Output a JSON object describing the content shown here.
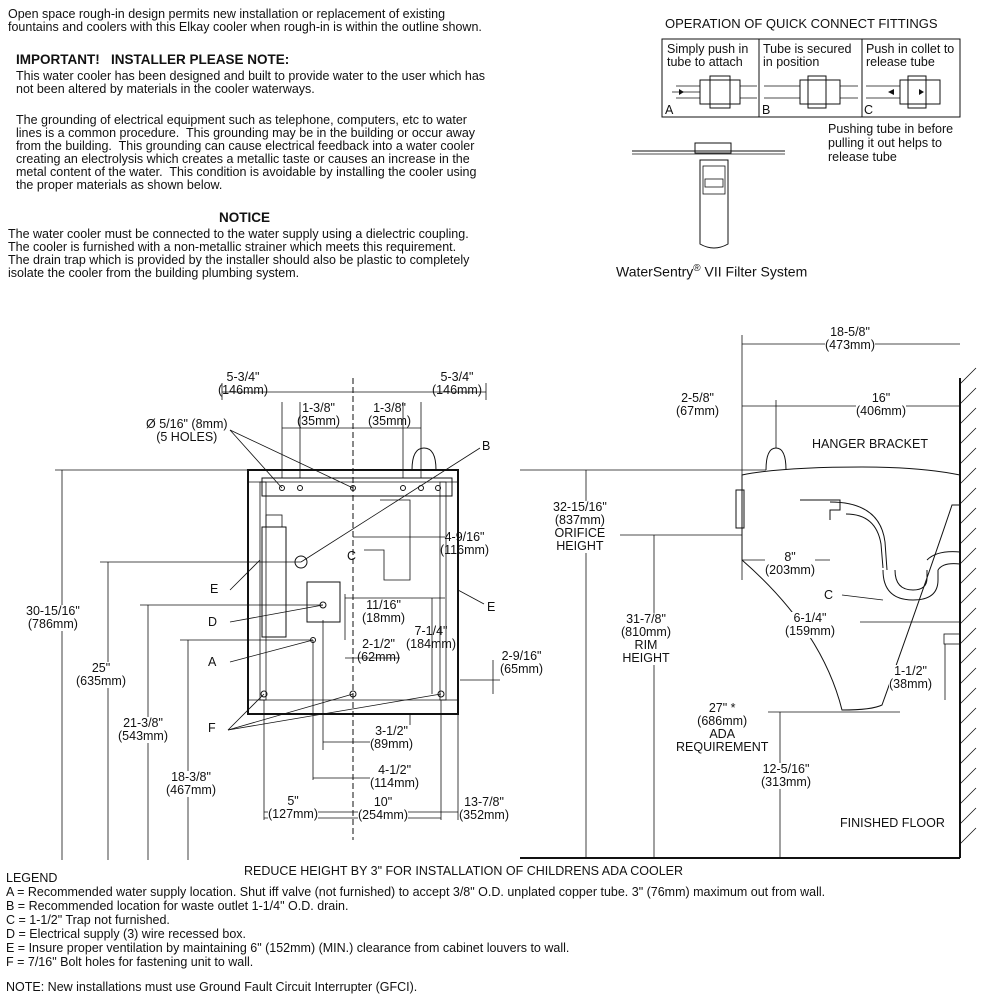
{
  "intro": {
    "l1": "Open space rough-in design permits new installation or replacement of existing",
    "l2": "fountains and coolers with this Elkay cooler when rough-in is within the outline shown."
  },
  "important": {
    "heading": "IMPORTANT!   INSTALLER PLEASE NOTE:",
    "p1_l1": "This water cooler has been designed and built to provide water to the user which has",
    "p1_l2": "not been altered by materials in the cooler waterways.",
    "p2_l1": "The grounding of electrical equipment such as telephone, computers, etc to water",
    "p2_l2": "lines is a common procedure.  This grounding may be in the building or occur away",
    "p2_l3": "from the building.  This grounding can cause electrical feedback into a water cooler",
    "p2_l4": "creating an electrolysis which creates a metallic taste or causes an increase in the",
    "p2_l5": "metal content of the water.  This condition is avoidable by installing the cooler using",
    "p2_l6": "the proper materials as shown below."
  },
  "notice": {
    "heading": "NOTICE",
    "l1": "The water cooler must be connected to the water supply using a dielectric coupling.",
    "l2": "The cooler is furnished with a non-metallic strainer which meets this requirement.",
    "l3": "The drain trap which is provided by the installer should also be plastic to completely",
    "l4": "isolate the cooler from the building plumbing system."
  },
  "fittings": {
    "title": "OPERATION OF QUICK CONNECT FITTINGS",
    "a": {
      "l1": "Simply push in",
      "l2": "tube to attach",
      "letter": "A"
    },
    "b": {
      "l1": "Tube is secured",
      "l2": "in position",
      "letter": "B"
    },
    "c": {
      "l1": "Push in collet to",
      "l2": "release tube",
      "letter": "C"
    },
    "note_l1": "Pushing tube in before",
    "note_l2": "pulling it out helps to",
    "note_l3": "release tube"
  },
  "filter": {
    "name": "WaterSentry",
    "reg": "®",
    "rest": " VII Filter System"
  },
  "front": {
    "d1": "5-3/4\"",
    "d1m": "(146mm)",
    "d2": "1-3/8\"",
    "d2m": "(35mm)",
    "d3": "1-3/8\"",
    "d3m": "(35mm)",
    "d4": "5-3/4\"",
    "d4m": "(146mm)",
    "holes1": "Ø 5/16\" (8mm)",
    "holes2": "(5 HOLES)",
    "b": "B",
    "c": "C",
    "e1": "E",
    "e2": "E",
    "d": "D",
    "a": "A",
    "f": "F",
    "v1": "4-9/16\"",
    "v1m": "(116mm)",
    "v2": "11/16\"",
    "v2m": "(18mm)",
    "v3": "7-1/4\"",
    "v3m": "(184mm)",
    "v4": "2-1/2\"",
    "v4m": "(62mm)",
    "v5": "2-9/16\"",
    "v5m": "(65mm)",
    "h1": "30-15/16\"",
    "h1m": "(786mm)",
    "h2": "25\"",
    "h2m": "(635mm)",
    "h3": "21-3/8\"",
    "h3m": "(543mm)",
    "h4": "18-3/8\"",
    "h4m": "(467mm)",
    "b1": "3-1/2\"",
    "b1m": "(89mm)",
    "b2": "4-1/2\"",
    "b2m": "(114mm)",
    "b3": "5\"",
    "b3m": "(127mm)",
    "b4": "10\"",
    "b4m": "(254mm)",
    "b5": "13-7/8\"",
    "b5m": "(352mm)"
  },
  "side": {
    "w1": "18-5/8\"",
    "w1m": "(473mm)",
    "w2": "2-5/8\"",
    "w2m": "(67mm)",
    "w3": "16\"",
    "w3m": "(406mm)",
    "hanger": "HANGER BRACKET",
    "orifice1": "32-15/16\"",
    "orifice2": "(837mm)",
    "orifice3": "ORIFICE",
    "orifice4": "HEIGHT",
    "d8": "8\"",
    "d8m": "(203mm)",
    "c": "C",
    "d614": "6-1/4\"",
    "d614m": "(159mm)",
    "rim1": "31-7/8\"",
    "rim2": "(810mm)",
    "rim3": "RIM",
    "rim4": "HEIGHT",
    "d112": "1-1/2\"",
    "d112m": "(38mm)",
    "ada1": "27\" *",
    "ada2": "(686mm)",
    "ada3": "ADA",
    "ada4": "REQUIREMENT",
    "d12": "12-5/16\"",
    "d12m": "(313mm)",
    "floor": "FINISHED FLOOR"
  },
  "children_note": "REDUCE HEIGHT BY 3\" FOR INSTALLATION OF CHILDRENS ADA COOLER",
  "legend": {
    "title": "LEGEND",
    "a": "A = Recommended water supply location. Shut iff valve (not furnished) to accept 3/8\" O.D. unplated copper tube. 3\" (76mm) maximum out from wall.",
    "b": "B = Recommended location for waste outlet 1-1/4\" O.D. drain.",
    "c": "C = 1-1/2\" Trap not furnished.",
    "d": "D = Electrical supply (3) wire recessed box.",
    "e": "E = Insure proper ventilation by maintaining 6\" (152mm) (MIN.) clearance from cabinet louvers to wall.",
    "f": "F = 7/16\" Bolt holes for fastening unit to wall."
  },
  "note": "NOTE: New installations must use Ground Fault Circuit Interrupter (GFCI)."
}
